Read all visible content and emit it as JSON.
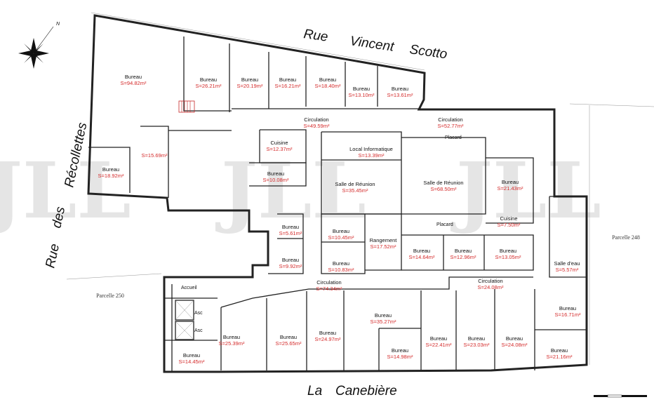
{
  "streets": {
    "north": [
      "Rue",
      "Vincent",
      "Scotto"
    ],
    "west": [
      "Rue",
      "des",
      "Récollettes"
    ],
    "south": [
      "La",
      "Canebière"
    ]
  },
  "compass_label": "N",
  "watermark": "JLL",
  "parcels": [
    "Parcelle 250",
    "Parcelle 248"
  ],
  "rooms": [
    {
      "name": "Bureau",
      "area": "S=94.82m²"
    },
    {
      "name": "Bureau",
      "area": "S=26.21m²"
    },
    {
      "name": "Bureau",
      "area": "S=20.19m²"
    },
    {
      "name": "Bureau",
      "area": "S=16.21m²"
    },
    {
      "name": "Bureau",
      "area": "S=18.40m²"
    },
    {
      "name": "Bureau",
      "area": "S=13.10m²"
    },
    {
      "name": "Bureau",
      "area": "S=13.61m²"
    },
    {
      "name": "Circulation",
      "area": "S=49.59m²"
    },
    {
      "name": "Circulation",
      "area": "S=52.77m²"
    },
    {
      "name": "Cuisine",
      "area": "S=12.37m²"
    },
    {
      "name": "Bureau",
      "area": "S=18.92m²"
    },
    {
      "name": "",
      "area": "S=15.69m²"
    },
    {
      "name": "Bureau",
      "area": "S=10.08m²"
    },
    {
      "name": "Local Informatique",
      "area": "S=13.39m²"
    },
    {
      "name": "Salle de Réunion",
      "area": "S=35.45m²"
    },
    {
      "name": "Salle de Réunion",
      "area": "S=68.50m²"
    },
    {
      "name": "Bureau",
      "area": "S=21.43m²"
    },
    {
      "name": "Cuisine",
      "area": "S=7.50m²"
    },
    {
      "name": "Bureau",
      "area": "S=5.61m²"
    },
    {
      "name": "Bureau",
      "area": "S=9.92m²"
    },
    {
      "name": "Bureau",
      "area": "S=10.45m²"
    },
    {
      "name": "Bureau",
      "area": "S=10.83m²"
    },
    {
      "name": "Rangement",
      "area": "S=17.52m²"
    },
    {
      "name": "Bureau",
      "area": "S=14.64m²"
    },
    {
      "name": "Bureau",
      "area": "S=12.96m²"
    },
    {
      "name": "Bureau",
      "area": "S=13.05m²"
    },
    {
      "name": "Salle d'eau",
      "area": "S=5.57m²"
    },
    {
      "name": "Circulation",
      "area": "S=74.34m²"
    },
    {
      "name": "Circulation",
      "area": "S=24.08m²"
    },
    {
      "name": "Bureau",
      "area": "S=16.71m²"
    },
    {
      "name": "Bureau",
      "area": "S=25.39m²"
    },
    {
      "name": "Bureau",
      "area": "S=25.65m²"
    },
    {
      "name": "Bureau",
      "area": "S=24.97m²"
    },
    {
      "name": "Bureau",
      "area": "S=35.27m²"
    },
    {
      "name": "Bureau",
      "area": "S=14.98m²"
    },
    {
      "name": "Bureau",
      "area": "S=22.41m²"
    },
    {
      "name": "Bureau",
      "area": "S=23.03m²"
    },
    {
      "name": "Bureau",
      "area": "S=24.08m²"
    },
    {
      "name": "Bureau",
      "area": "S=21.16m²"
    },
    {
      "name": "Bureau",
      "area": "S=14.45m²"
    }
  ],
  "labels": {
    "accueil": "Accueil",
    "asc1": "Asc",
    "asc2": "Asc",
    "placard1": "Placard",
    "placard2": "Placard"
  }
}
